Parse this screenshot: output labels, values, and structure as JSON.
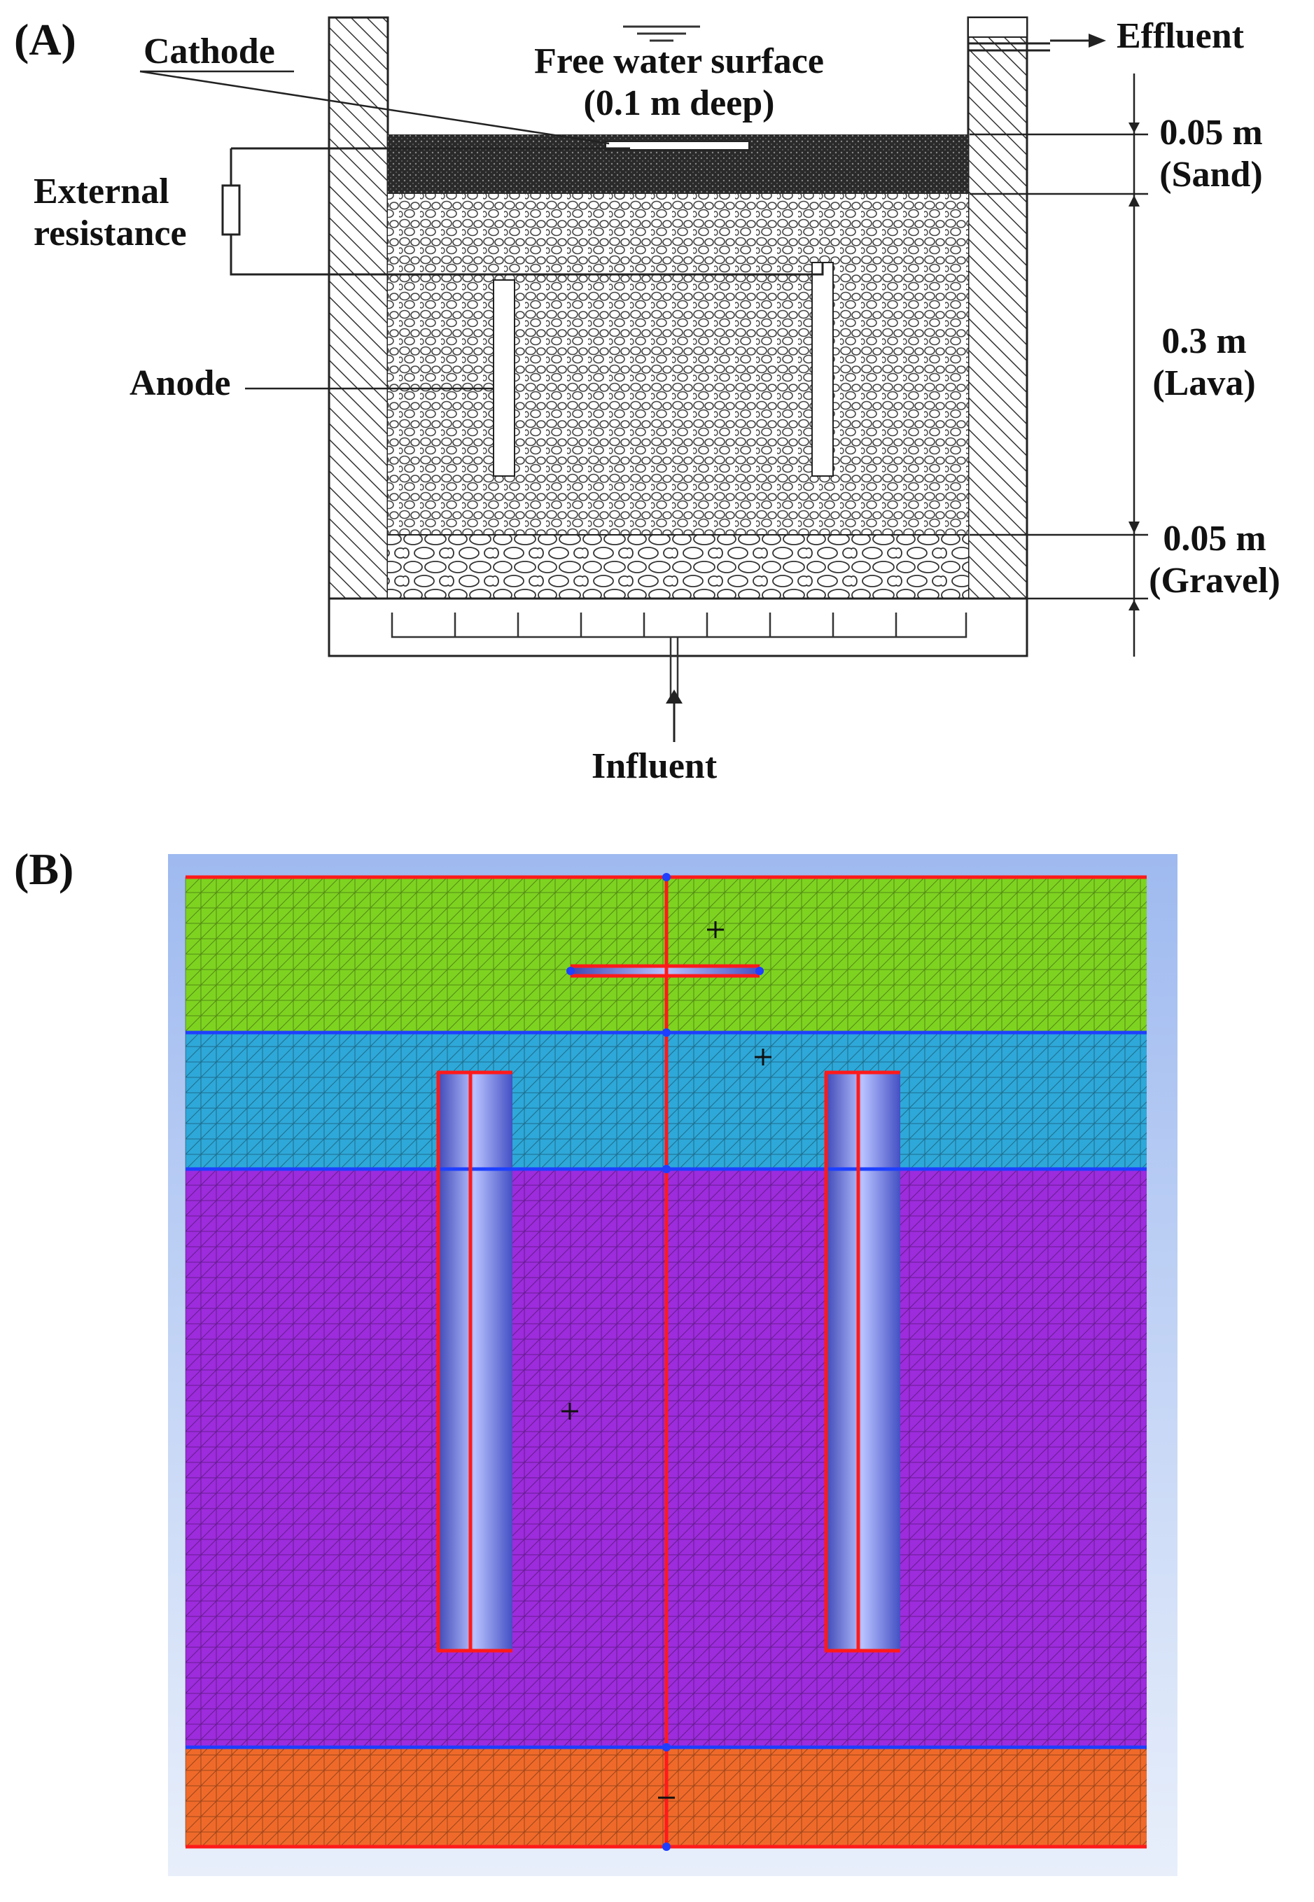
{
  "panel_a": {
    "label": "(A)",
    "cathode": "Cathode",
    "surface_line1": "Free water surface",
    "surface_line2": "(0.1 m deep)",
    "effluent": "Effluent",
    "external_line1": "External",
    "external_line2": "resistance",
    "anode": "Anode",
    "influent": "Influent",
    "dims": [
      {
        "value": "0.05 m",
        "material": "(Sand)"
      },
      {
        "value": "0.3 m",
        "material": "(Lava)"
      },
      {
        "value": "0.05 m",
        "material": "(Gravel)"
      }
    ]
  },
  "panel_b": {
    "label": "(B)",
    "colors": {
      "water": "#7ed321",
      "sand": "#2ea8d8",
      "lava": "#9d2cdc",
      "gravel": "#ef6a2a",
      "frame": "#a9c3ee",
      "boundary_red": "#ff1a1a",
      "boundary_blue": "#1e3fff",
      "electrode": "#6f7fe6"
    }
  }
}
